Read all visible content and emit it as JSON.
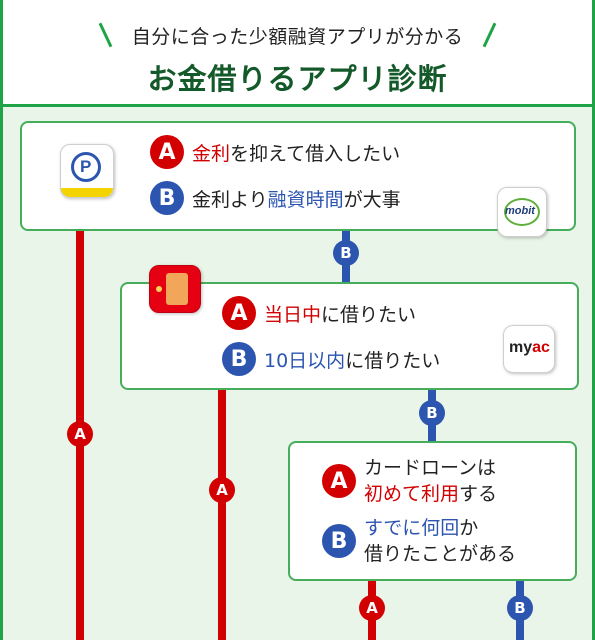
{
  "header": {
    "subtitle": "自分に合った少額融資アプリが分かる",
    "title": "お金借りるアプリ診断"
  },
  "badges": {
    "a": "A",
    "b": "B"
  },
  "q1": {
    "a_hl": "金利",
    "a_rest": "を抑えて借入したい",
    "b_pre": "金利より",
    "b_hl": "融資時間",
    "b_rest": "が大事"
  },
  "q2": {
    "a_hl": "当日中",
    "a_rest": "に借りたい",
    "b_hl": "10日以内",
    "b_rest": "に借りたい"
  },
  "q3": {
    "a_line1": "カードローンは",
    "a_hl": "初めて利用",
    "a_rest": "する",
    "b_hl": "すでに何回",
    "b_rest1": "か",
    "b_line2": "借りたことがある"
  },
  "icons": {
    "paypay_letter": "P",
    "mobit_text": "mobit",
    "myac_pre": "my",
    "myac_hl": "ac"
  },
  "colors": {
    "green": "#1ea446",
    "red": "#d20000",
    "blue": "#2c55b0"
  }
}
